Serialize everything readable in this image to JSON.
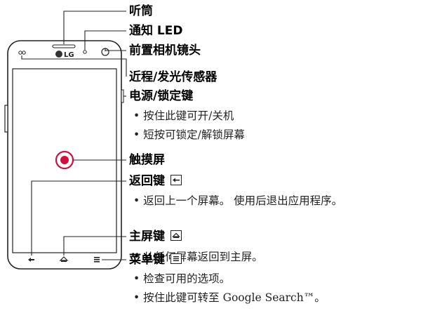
{
  "brand": "LG",
  "callouts": {
    "earpiece": "听筒",
    "notification_led": "通知 LED",
    "front_camera": "前置相机镜头",
    "proximity_sensor": "近程/发光传感器",
    "power_lock_key": "电源/锁定键",
    "touch_screen": "触摸屏",
    "back_key": "返回键",
    "home_key": "主屏键",
    "menu_key": "菜单键"
  },
  "descriptions": {
    "power_1": "按住此键可开/关机",
    "power_2": "短按可锁定/解锁屏幕",
    "back_1": "返回上一个屏幕。 使用后退出应用程序。",
    "home_1": "从任何屏幕返回到主屏。",
    "menu_1": "检查可用的选项。",
    "menu_2": "按住此键可转至 Google Search™。"
  },
  "icons": {
    "back_key": "back-arrow-icon",
    "home_key": "home-icon",
    "menu_key": "menu-icon"
  },
  "colors": {
    "touch_marker": "#d0103a",
    "line": "#222222"
  }
}
